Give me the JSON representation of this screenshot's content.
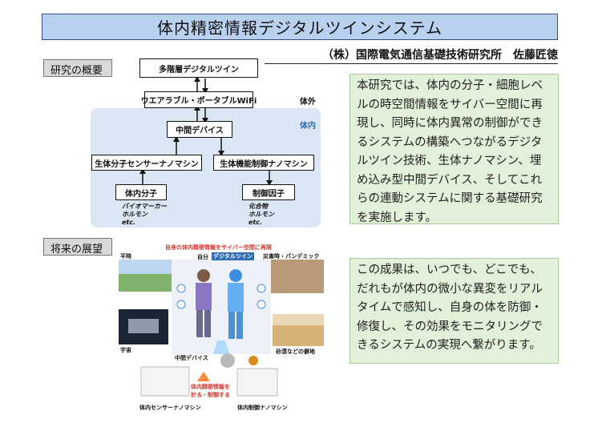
{
  "title": "体内精密情報デジタルツインシステム",
  "author": "（株）国際電気通信基礎技術研究所　佐藤匠徳",
  "sections": {
    "overview": "研究の概要",
    "future": "将来の展望"
  },
  "diagram": {
    "top": "多階層デジタルツイン",
    "wearable": "ウエアラブル・ポータブルWiFi",
    "outside": "体外",
    "inside": "体内",
    "middle": "中間デバイス",
    "sensor": "生体分子センサーナノマシン",
    "control_nano": "生体機能制御ナノマシン",
    "molecule": "体内分子",
    "factor": "制御因子",
    "molecule_notes": [
      "バイオマーカー",
      "ホルモン",
      "etc."
    ],
    "factor_notes": [
      "化合物",
      "ホルモン",
      "etc."
    ]
  },
  "illustration": {
    "header": "自身の体内精密情報をサイバー空間に再現",
    "self": "自分",
    "twin": "デジタルツイン",
    "normal": "平時",
    "disaster": "災害時・パンデミック",
    "space": "宇宙",
    "desert": "砂漠などの僻地",
    "middle_device": "中間デバイス",
    "measure": "体内精密情報を\n計る・制御する",
    "sensor_caption": "体内センサーナノマシン",
    "control_caption": "体内制御ナノマシン"
  },
  "text1": "本研究では、体内の分子・細胞レベルの時空間情報をサイバー空間に再現し、同時に体内異常の制御ができるシステムの構築へつながるデジタルツイン技術、生体ナノマシン、埋め込み型中間デバイス、そしてこれらの連動システムに関する基礎研究を実施します。",
  "text2": "この成果は、いつでも、どこでも、だれもが体内の微小な異変をリアルタイムで感知し、自身の体を防御・修復し、その効果をモニタリングできるシステムの実現へ繋がります。",
  "colors": {
    "title_bg": "#b9d1ee",
    "text_bg": "#e2efd9",
    "inside_bg": "#dbe6f4",
    "twin_blue": "#2f6db5"
  }
}
